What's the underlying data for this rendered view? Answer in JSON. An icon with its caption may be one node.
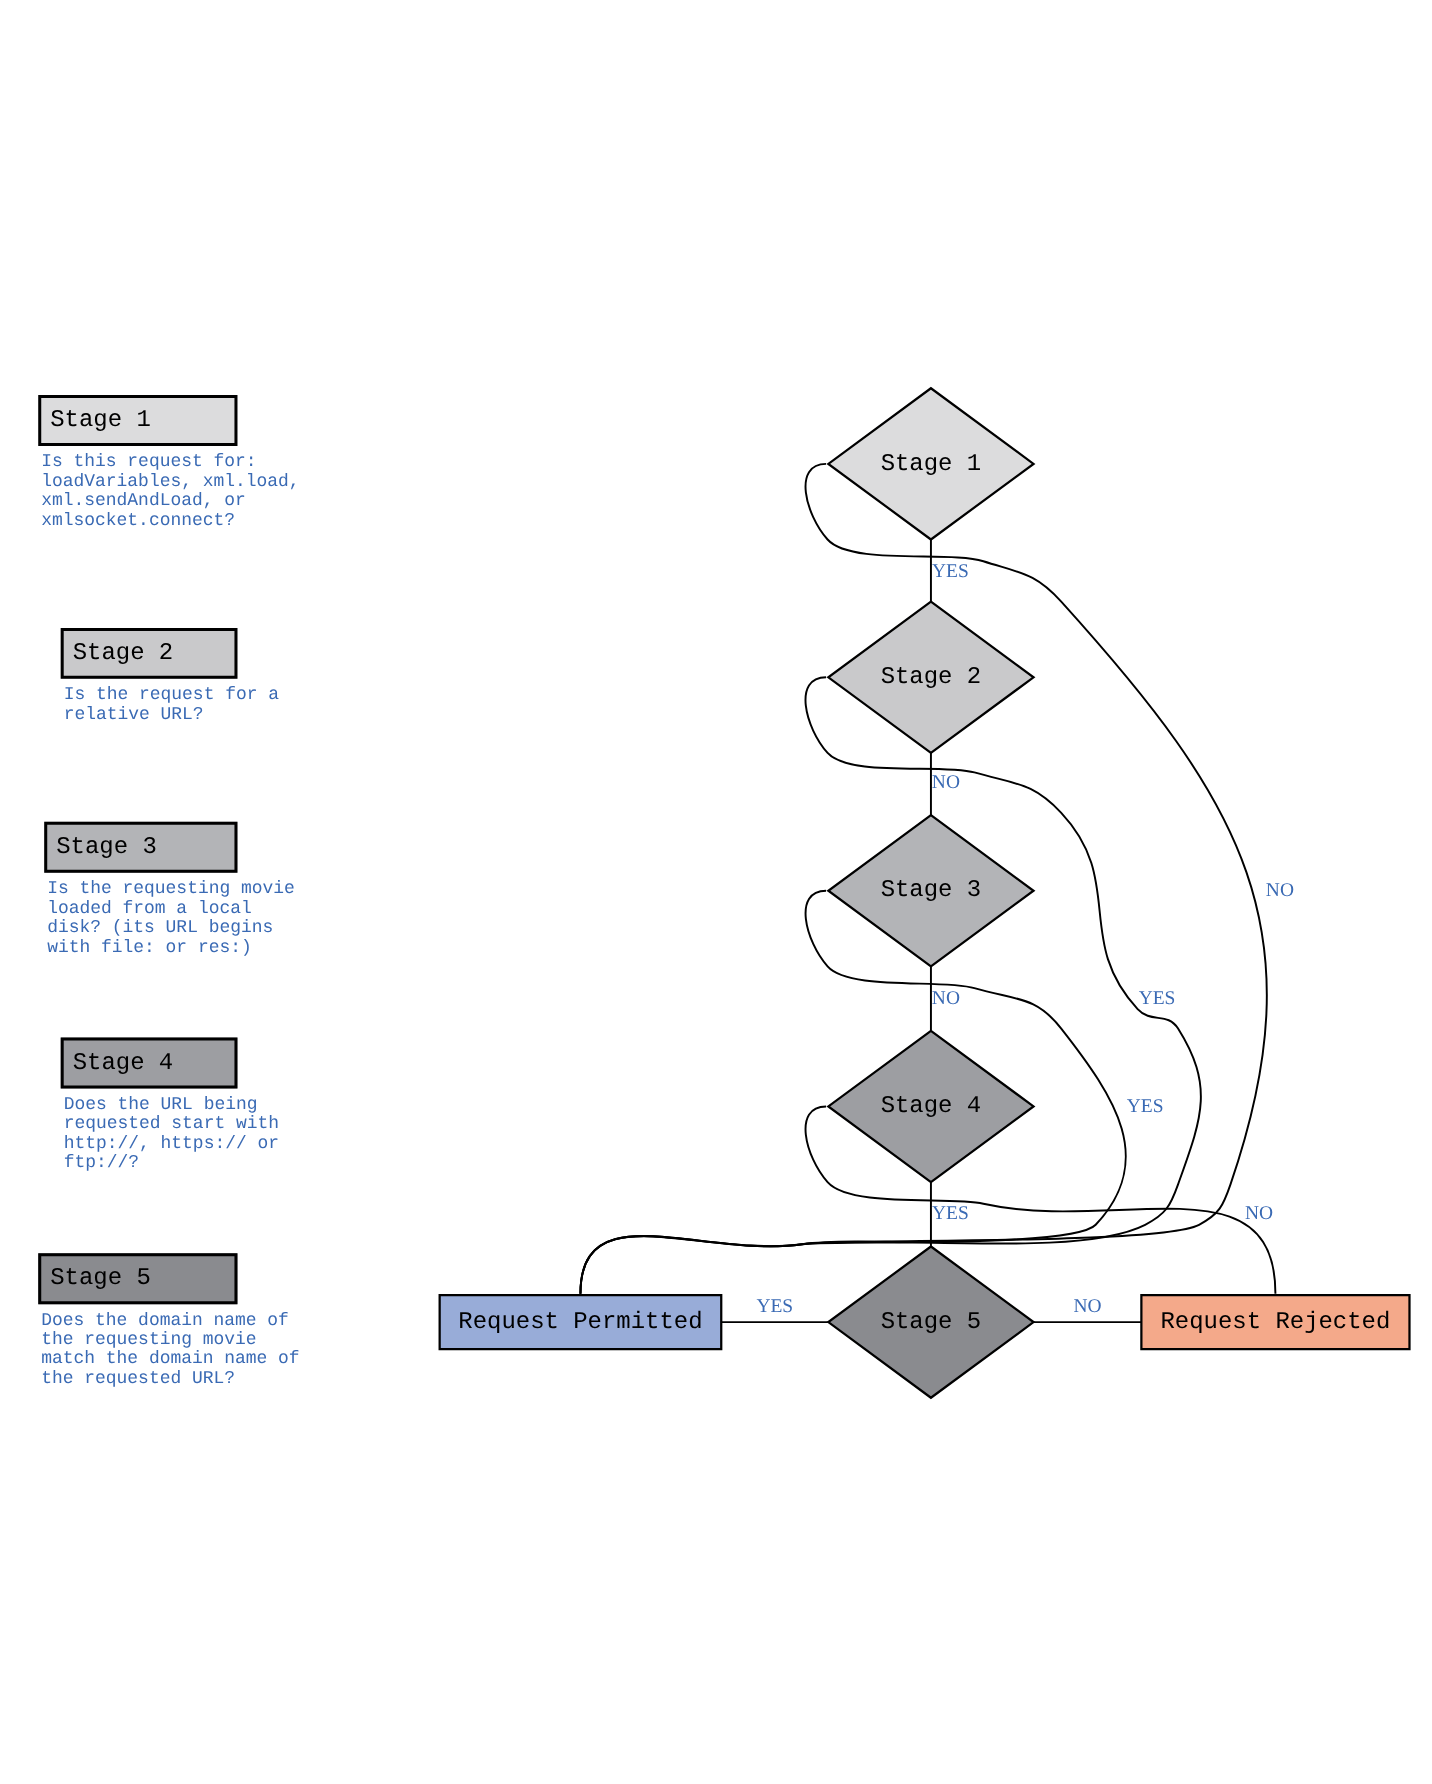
{
  "diagram": {
    "nodes": [
      {
        "text": [
          "Stage 1"
        ],
        "beside": [
          "Is this request for: loadVariables, xml.load, xml.sendAndLoad, or xmlsocket.connect?"
        ]
      },
      {
        "text": [
          "Stage 2"
        ],
        "beside": [
          "Is the request for a relative URL?"
        ]
      },
      {
        "text": [
          "Stage 3"
        ],
        "beside": [
          "Is the requesting movie loaded from a local disk? (its URL begins with file: or res:)"
        ]
      },
      {
        "text": [
          "Stage 4"
        ],
        "beside": [
          "Does the URL being requested start with http://, https:// or ftp://?"
        ]
      },
      {
        "text": [
          "Stage 5"
        ],
        "beside": [
          "Does the domain name of the requesting movie match the domain name of the requested URL?"
        ]
      },
      {
        "text": [
          "Stage 1"
        ]
      },
      {
        "text": [
          "Stage 2"
        ]
      },
      {
        "text": [
          "Stage 3"
        ]
      },
      {
        "text": [
          "Stage 4"
        ]
      },
      {
        "text": [
          "Stage 5"
        ]
      },
      {
        "text": [
          "Request Permitted"
        ]
      },
      {
        "text": [
          "Request Rejected"
        ]
      }
    ],
    "edges": [
      {
        "from": 5,
        "to": 10,
        "arrow": "none",
        "label": "NO"
      },
      {
        "from": 5,
        "to": 6,
        "arrow": "none",
        "label": "YES"
      },
      {
        "from": 6,
        "to": 10,
        "arrow": "none",
        "label": "YES"
      },
      {
        "from": 6,
        "to": 7,
        "arrow": "none",
        "label": "NO"
      },
      {
        "from": 7,
        "to": 10,
        "arrow": "none",
        "label": "YES"
      },
      {
        "from": 7,
        "to": 8,
        "arrow": "none",
        "label": "NO"
      },
      {
        "from": 8,
        "to": 11,
        "arrow": "none",
        "label": "NO"
      },
      {
        "from": 8,
        "to": 9,
        "arrow": "none",
        "label": "YES"
      },
      {
        "from": 9,
        "to": 10,
        "arrow": "none",
        "label": "YES"
      },
      {
        "from": 9,
        "to": 11,
        "arrow": "none",
        "label": "NO"
      }
    ]
  }
}
